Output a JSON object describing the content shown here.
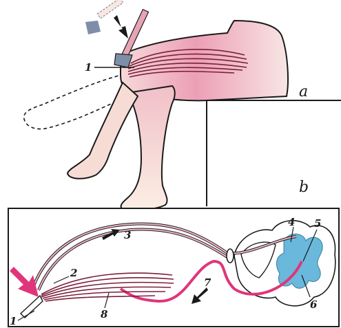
{
  "panels": {
    "top": {
      "letter": "a",
      "labels": {
        "patellar_tendon": "1"
      }
    },
    "bottom": {
      "letter": "b",
      "labels": {
        "tendon": "1",
        "receptor": "2",
        "afferent_arrow": "3",
        "grey_matter": "4",
        "synapse": "5",
        "motor_neuron": "6",
        "efferent_arrow": "7",
        "muscle": "8"
      }
    }
  },
  "colors": {
    "skin": "#f2c9c9",
    "skin_dark": "#e08aa3",
    "muscle_fiber": "#7a1f3a",
    "efferent_fiber": "#e0357a",
    "grey_matter": "#6ab8dc",
    "hammer_arrow": "#7f8ea8",
    "arrow_dark": "#1a1a1a",
    "stimulus_arrow": "#e0357a"
  }
}
